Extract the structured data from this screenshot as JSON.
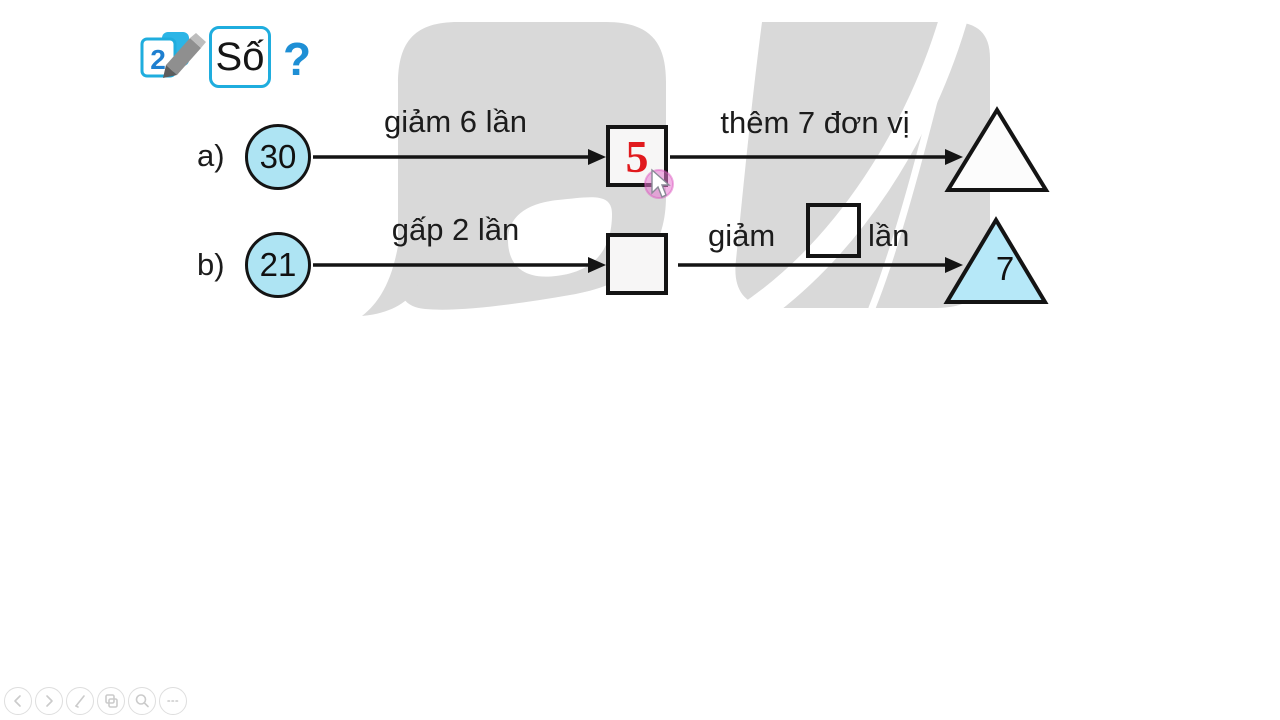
{
  "header": {
    "badge_number": "2",
    "title": "Số",
    "question_mark": "?"
  },
  "diagram": {
    "rows": {
      "a": {
        "label": "a)",
        "start_value": "30",
        "arrow1_label": "giảm 6 lần",
        "box_value": "5",
        "arrow2_label": "thêm 7 đơn vị",
        "end_value": ""
      },
      "b": {
        "label": "b)",
        "start_value": "21",
        "arrow1_label": "gấp 2 lần",
        "box_value": "",
        "arrow2_label_prefix": "giảm",
        "arrow2_label_suffix": "lần",
        "small_box_value": "",
        "end_value": "7"
      }
    }
  },
  "toolbar": {
    "icons": [
      "previous",
      "play",
      "pencil",
      "slides",
      "zoom",
      "more"
    ]
  },
  "colors": {
    "accent_cyan": "#1fadde",
    "accent_blue": "#1e8fd5",
    "circle_fill": "#aee4f3",
    "triangle_fill": "#b6e8f8",
    "answer_red": "#e11a1e",
    "watermark_gray": "#d9d9d9",
    "cursor_highlight": "#e878d2",
    "line_black": "#141414"
  }
}
